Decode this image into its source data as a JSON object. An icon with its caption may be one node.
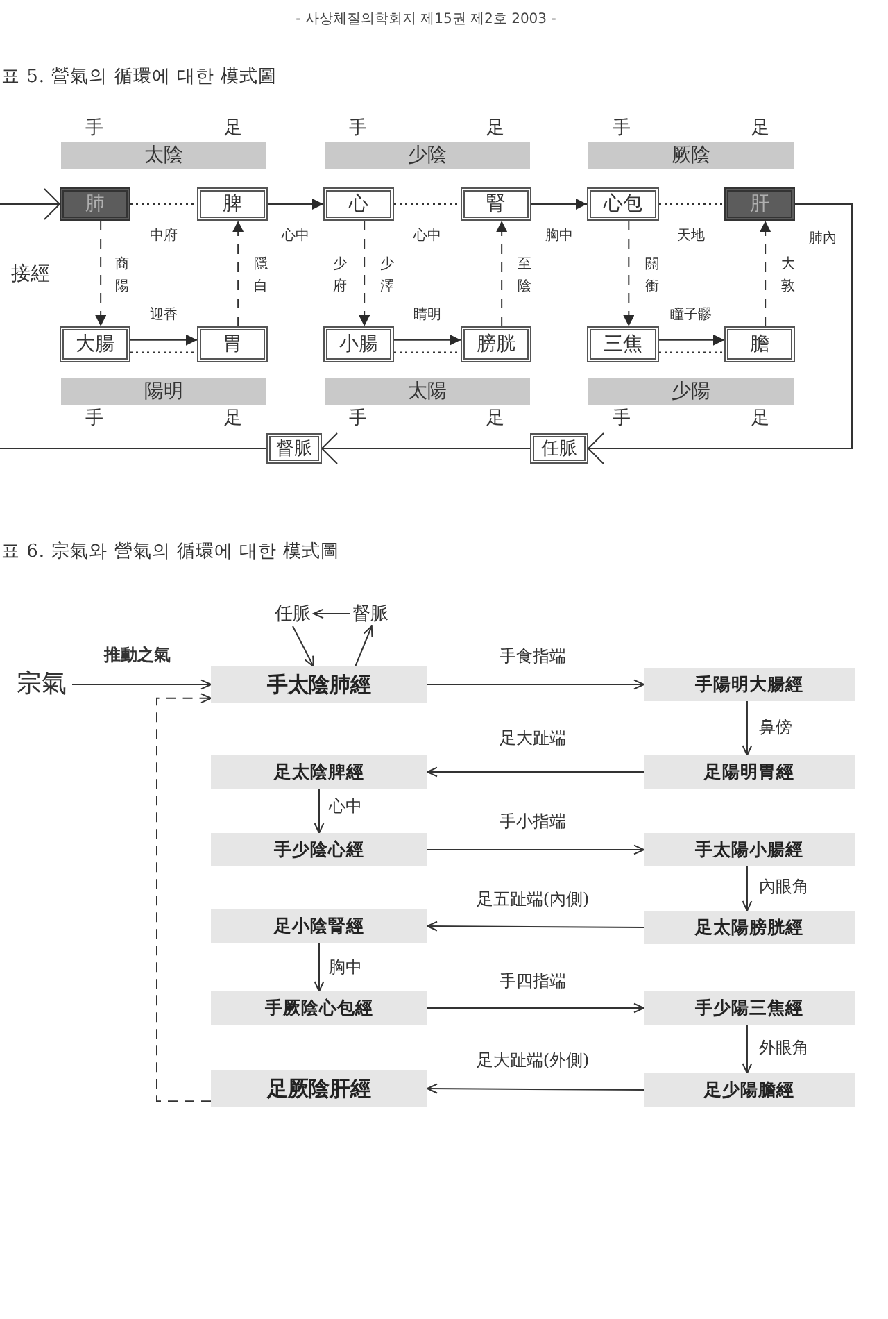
{
  "diagram": {
    "nodes": [
      {
        "text": [
          "太陰"
        ],
        "beside": [
          "手",
          "足"
        ]
      },
      {
        "text": [
          "少陰"
        ],
        "beside": [
          "手",
          "足"
        ]
      },
      {
        "text": [
          "厥陰"
        ],
        "beside": [
          "手",
          "足"
        ]
      },
      {
        "text": [
          "肺"
        ]
      },
      {
        "text": [
          "脾"
        ]
      },
      {
        "text": [
          "心"
        ]
      },
      {
        "text": [
          "腎"
        ]
      },
      {
        "text": [
          "心包"
        ]
      },
      {
        "text": [
          "肝"
        ]
      },
      {
        "text": [
          "大腸"
        ]
      },
      {
        "text": [
          "胃"
        ]
      },
      {
        "text": [
          "小腸"
        ]
      },
      {
        "text": [
          "膀胱"
        ]
      },
      {
        "text": [
          "三焦"
        ]
      },
      {
        "text": [
          "膽"
        ]
      },
      {
        "text": [
          "陽明"
        ],
        "beside": [
          "手",
          "足"
        ]
      },
      {
        "text": [
          "太陽"
        ],
        "beside": [
          "手",
          "足"
        ]
      },
      {
        "text": [
          "少陽"
        ],
        "beside": [
          "手",
          "足"
        ]
      },
      {
        "text": [
          "督脈"
        ]
      },
      {
        "text": [
          "任脈"
        ]
      },
      {
        "text": [
          "任脈"
        ]
      },
      {
        "text": [
          "督脈"
        ]
      },
      {
        "text": [
          "宗氣"
        ]
      },
      {
        "text": [
          "手太陰肺經"
        ]
      },
      {
        "text": [
          "手陽明大腸經"
        ]
      },
      {
        "text": [
          "足太陰脾經"
        ]
      },
      {
        "text": [
          "足陽明胃經"
        ]
      },
      {
        "text": [
          "手少陰心經"
        ]
      },
      {
        "text": [
          "手太陽小腸經"
        ]
      },
      {
        "text": [
          "足小陰腎經"
        ]
      },
      {
        "text": [
          "足太陽膀胱經"
        ]
      },
      {
        "text": [
          "手厥陰心包經"
        ]
      },
      {
        "text": [
          "手少陽三焦經"
        ]
      },
      {
        "text": [
          "足厥陰肝經"
        ]
      },
      {
        "text": [
          "足少陽膽經"
        ]
      }
    ],
    "edges": [
      {
        "from": null,
        "to": 3,
        "arrow": "to"
      },
      {
        "from": 3,
        "to": 4,
        "arrow": "none",
        "style": "dashed",
        "label": "中府"
      },
      {
        "from": 4,
        "to": 5,
        "arrow": "to",
        "label": "心中"
      },
      {
        "from": 5,
        "to": 6,
        "arrow": "none",
        "style": "dashed",
        "label": "心中"
      },
      {
        "from": 6,
        "to": 7,
        "arrow": "to",
        "label": "胸中"
      },
      {
        "from": 7,
        "to": 8,
        "arrow": "none",
        "style": "dashed",
        "label": "天地"
      },
      {
        "from": 8,
        "to": 19,
        "arrow": "to",
        "label": "肺內"
      },
      {
        "from": 19,
        "to": 18,
        "arrow": "to"
      },
      {
        "from": 18,
        "to": null,
        "arrow": "none"
      },
      {
        "from": 3,
        "to": 9,
        "arrow": "to",
        "style": "dashed",
        "label": "商陽"
      },
      {
        "from": 10,
        "to": 4,
        "arrow": "to",
        "style": "dashed",
        "label": "隱白"
      },
      {
        "from": 5,
        "to": 11,
        "arrow": "to",
        "style": "dashed",
        "label": "少府"
      },
      {
        "from": 12,
        "to": 6,
        "arrow": "to",
        "style": "dashed",
        "label": "至陰"
      },
      {
        "from": 7,
        "to": 13,
        "arrow": "to",
        "style": "dashed",
        "label": "關衝"
      },
      {
        "from": 14,
        "to": 8,
        "arrow": "to",
        "style": "dashed",
        "label": "大敦"
      },
      {
        "from": 9,
        "to": 10,
        "arrow": "to",
        "label": "迎香"
      },
      {
        "from": 9,
        "to": 10,
        "arrow": "none",
        "style": "dashed"
      },
      {
        "from": 11,
        "to": 12,
        "arrow": "to",
        "label": "睛明"
      },
      {
        "from": 11,
        "to": 12,
        "arrow": "none",
        "style": "dashed"
      },
      {
        "from": 13,
        "to": 14,
        "arrow": "to",
        "label": "瞳子髎"
      },
      {
        "from": 13,
        "to": 14,
        "arrow": "none",
        "style": "dashed"
      },
      {
        "from": 21,
        "to": 20,
        "arrow": "to"
      },
      {
        "from": 20,
        "to": 23,
        "arrow": "to"
      },
      {
        "from": 23,
        "to": 21,
        "arrow": "to"
      },
      {
        "from": 22,
        "to": 23,
        "arrow": "to",
        "label": "推動之氣"
      },
      {
        "from": 23,
        "to": 24,
        "arrow": "to",
        "label": "手食指端"
      },
      {
        "from": 24,
        "to": 26,
        "arrow": "to",
        "label": "鼻傍"
      },
      {
        "from": 26,
        "to": 25,
        "arrow": "to",
        "label": "足大趾端"
      },
      {
        "from": 25,
        "to": 27,
        "arrow": "to",
        "label": "心中"
      },
      {
        "from": 27,
        "to": 28,
        "arrow": "to",
        "label": "手小指端"
      },
      {
        "from": 28,
        "to": 30,
        "arrow": "to",
        "label": "內眼角"
      },
      {
        "from": 30,
        "to": 29,
        "arrow": "to",
        "label": "足五趾端(內側)"
      },
      {
        "from": 29,
        "to": 31,
        "arrow": "to",
        "label": "胸中"
      },
      {
        "from": 31,
        "to": 32,
        "arrow": "to",
        "label": "手四指端"
      },
      {
        "from": 32,
        "to": 34,
        "arrow": "to",
        "label": "外眼角"
      },
      {
        "from": 34,
        "to": 33,
        "arrow": "to",
        "label": "足大趾端(外側)"
      },
      {
        "from": 33,
        "to": 23,
        "arrow": "to",
        "style": "dashed"
      }
    ],
    "labels": [
      "- 사상체질의학회지 제15권 제2호 2003 -",
      "표 5. 營氣의 循環에 대한 模式圖",
      "接經",
      "少澤",
      "표 6. 宗氣와 營氣의 循環에 대한 模式圖"
    ]
  }
}
